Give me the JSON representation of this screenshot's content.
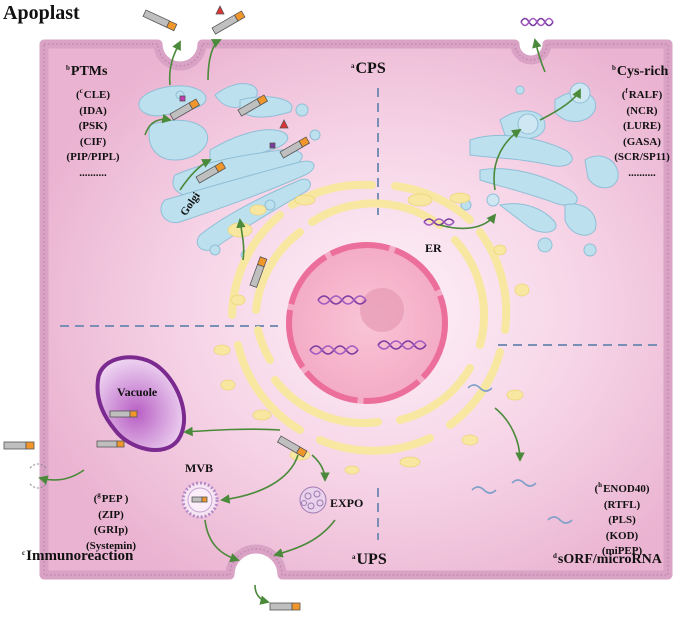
{
  "title": "Apoplast",
  "quadrants": {
    "cps": {
      "sup": "a",
      "label": "CPS"
    },
    "ups": {
      "sup": "a",
      "label": "UPS"
    }
  },
  "ptms": {
    "header_sup": "b",
    "header": "PTMs",
    "items": [
      {
        "sup": "c",
        "text": "CLE)",
        "prefix": "("
      },
      {
        "sup": "",
        "text": "(IDA)",
        "prefix": ""
      },
      {
        "sup": "",
        "text": "(PSK)",
        "prefix": ""
      },
      {
        "sup": "",
        "text": "(CIF)",
        "prefix": ""
      },
      {
        "sup": "",
        "text": "(PIP/PIPL)",
        "prefix": ""
      },
      {
        "sup": "",
        "text": "..........",
        "prefix": ""
      }
    ]
  },
  "cys_rich": {
    "header_sup": "b",
    "header": "Cys-rich",
    "items": [
      {
        "sup": "f",
        "text": "RALF)",
        "prefix": "("
      },
      {
        "sup": "",
        "text": "(NCR)",
        "prefix": ""
      },
      {
        "sup": "",
        "text": "(LURE)",
        "prefix": ""
      },
      {
        "sup": "",
        "text": "(GASA)",
        "prefix": ""
      },
      {
        "sup": "",
        "text": "(SCR/SP11)",
        "prefix": ""
      },
      {
        "sup": "",
        "text": "..........",
        "prefix": ""
      }
    ]
  },
  "immuno": {
    "header_sup": "c",
    "header": "Immunoreaction",
    "items": [
      {
        "sup": "g",
        "text": "PEP )",
        "prefix": "("
      },
      {
        "sup": "",
        "text": "(ZIP)",
        "prefix": ""
      },
      {
        "sup": "",
        "text": "(GRIp)",
        "prefix": ""
      },
      {
        "sup": "",
        "text": "(Systemin)",
        "prefix": ""
      }
    ]
  },
  "sorf": {
    "header_sup": "d",
    "header": "sORF/microRNA",
    "items": [
      {
        "sup": "h",
        "text": "ENOD40)",
        "prefix": "("
      },
      {
        "sup": "",
        "text": "(RTFL)",
        "prefix": ""
      },
      {
        "sup": "",
        "text": "(PLS)",
        "prefix": ""
      },
      {
        "sup": "",
        "text": "(KOD)",
        "prefix": ""
      },
      {
        "sup": "",
        "text": "(miPEP)",
        "prefix": ""
      }
    ]
  },
  "organelles": {
    "golgi": "Golgi",
    "er": "ER",
    "vacuole": "Vacuole",
    "mvb": "MVB",
    "expo": "EXPO"
  },
  "colors": {
    "cell_fill": "#f2c4dc",
    "cell_border": "#c98bb3",
    "nucleus": "#f07aa6",
    "er": "#f7e7a0",
    "golgi": "#bde0ef",
    "vacuole_edge": "#7b2a8f",
    "arrow": "#4a8a3a",
    "dna": "#7a3aa0"
  }
}
